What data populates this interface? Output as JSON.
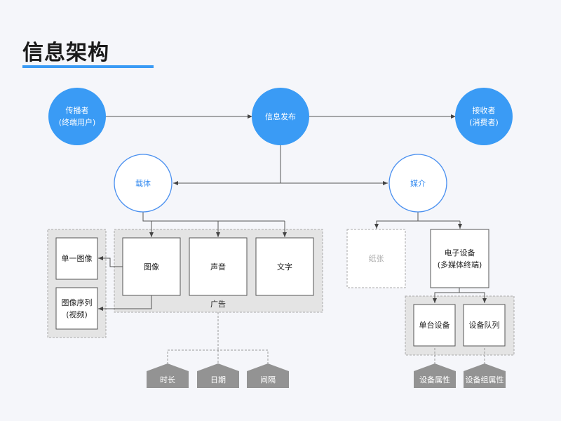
{
  "header": {
    "title": "信息架构"
  },
  "colors": {
    "accent": "#3a9bf5",
    "node_fill": "#3a9bf5",
    "attribute_fill": "#939393",
    "group_fill": "#e4e4e4"
  },
  "nodes": {
    "sender": "传播者\n(终端用户)",
    "publish": "信息发布",
    "receiver": "接收者\n(消费者)",
    "carrier": "载体",
    "medium": "媒介",
    "image": "图像",
    "sound": "声音",
    "text": "文字",
    "ad_group": "广告",
    "single_image": "单一图像",
    "image_sequence": "图像序列\n(视频)",
    "paper": "纸张",
    "electronic_device": "电子设备\n(多媒体终端)",
    "single_device": "单台设备",
    "device_queue": "设备队列"
  },
  "attributes": {
    "ad": [
      "时长",
      "日期",
      "间隔"
    ],
    "device": [
      "设备属性",
      "设备组属性"
    ]
  }
}
